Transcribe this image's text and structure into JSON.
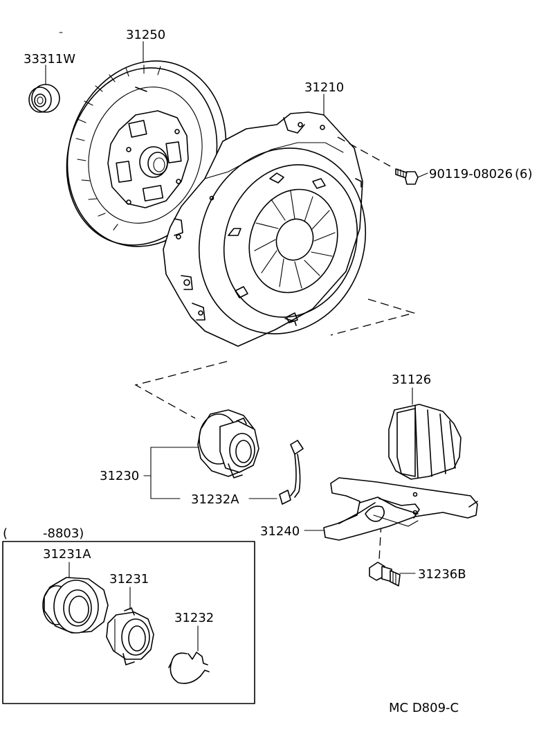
{
  "parts": {
    "bearing_pilot": "33311W",
    "clutch_disc": "31250",
    "cover_assy": "31210",
    "bolt": "90119-08026",
    "bolt_qty": "(6)",
    "boot": "31126",
    "release_bearing_hub": "31230",
    "clip": "31232A",
    "release_fork": "31240",
    "fork_support": "31236B",
    "range_open": "(",
    "range_code": "-8803)",
    "release_bearing": "31231A",
    "hub": "31231",
    "clip_old": "31232"
  },
  "diagram_code": "MC D809-C"
}
